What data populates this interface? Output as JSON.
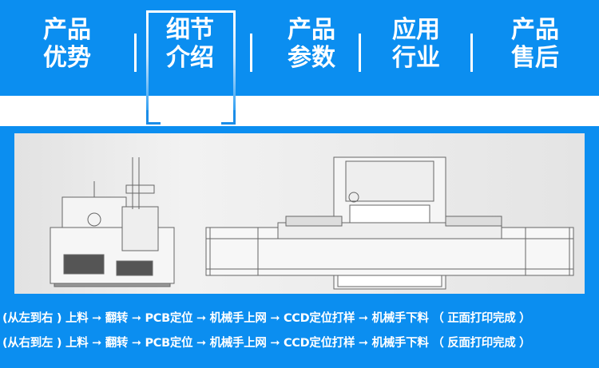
{
  "nav": {
    "tabs": [
      {
        "line1": "产品",
        "line2": "优势"
      },
      {
        "line1": "细节",
        "line2": "介绍"
      },
      {
        "line1": "产品",
        "line2": "参数"
      },
      {
        "line1": "应用",
        "line2": "行业"
      },
      {
        "line1": "产品",
        "line2": "售后"
      }
    ],
    "active_index": 1
  },
  "flows": [
    "(从左到右 ) 上料 ➞ 翻转 ➞ PCB定位 ➞ 机械手上网 ➞ CCD定位打样 ➞ 机械手下料 （ 正面打印完成 ）",
    "(从右到左 ) 上料 ➞ 翻转 ➞ PCB定位 ➞ 机械手上网 ➞ CCD定位打样 ➞ 机械手下料 （ 反面打印完成 ）"
  ],
  "colors": {
    "brand": "#0b8ef0"
  }
}
